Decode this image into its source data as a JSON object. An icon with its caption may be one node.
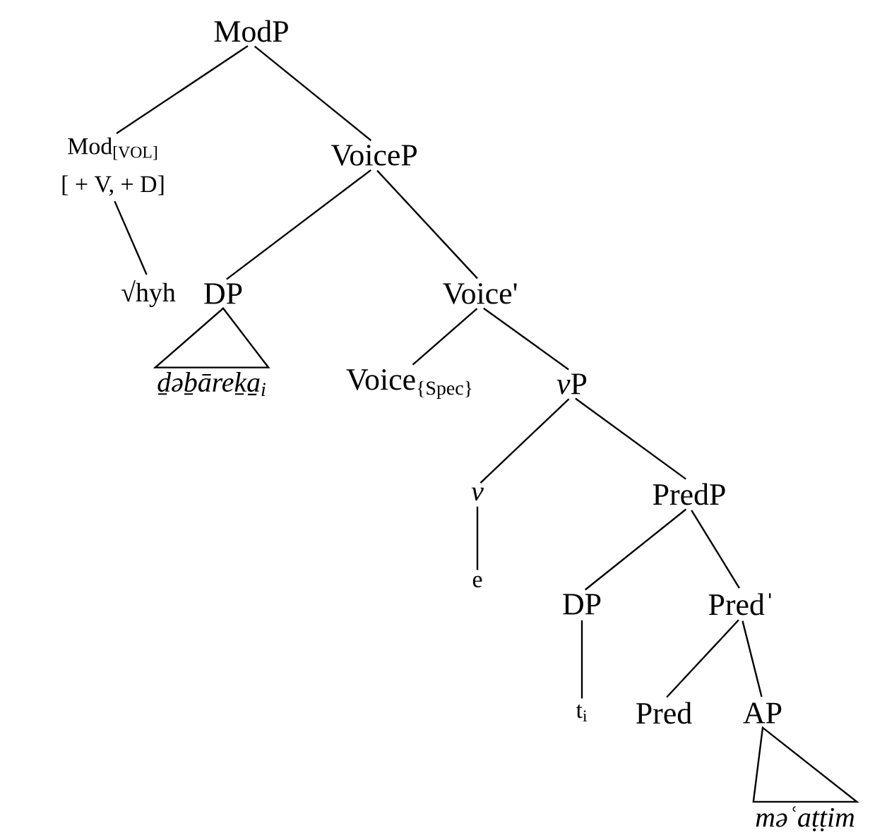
{
  "diagram": {
    "nodes": [
      {
        "text": [
          "ModP"
        ]
      },
      {
        "text": [
          "Mod$_{[VOL]}$",
          "[ + V,  + D]"
        ]
      },
      {
        "text": [
          "VoiceP"
        ]
      },
      {
        "text": [
          "√hyh"
        ]
      },
      {
        "text": [
          "DP"
        ]
      },
      {
        "text": [
          "ḏəḇāreḵa̱$_{i}$"
        ]
      },
      {
        "text": [
          "Voice'"
        ]
      },
      {
        "text": [
          "Voice",
          "{Spec}"
        ]
      },
      {
        "text": [
          "v",
          "P"
        ]
      },
      {
        "text": [
          "v"
        ]
      },
      {
        "text": [
          "PredP"
        ]
      },
      {
        "text": [
          "e"
        ]
      },
      {
        "text": [
          "DP"
        ]
      },
      {
        "text": [
          "Predˈ"
        ]
      },
      {
        "text": [
          "t$_{i}$"
        ]
      },
      {
        "text": [
          "Pred"
        ]
      },
      {
        "text": [
          "AP"
        ]
      },
      {
        "text": [
          "məʿaṭṭim"
        ]
      }
    ],
    "edges": [
      {
        "from": 0,
        "to": 1,
        "arrow": "none"
      },
      {
        "from": 0,
        "to": 2,
        "arrow": "none"
      },
      {
        "from": 1,
        "to": 3,
        "arrow": "none"
      },
      {
        "from": 2,
        "to": 4,
        "arrow": "none"
      },
      {
        "from": 2,
        "to": 6,
        "arrow": "none"
      },
      {
        "from": 4,
        "to": 5,
        "arrow": "none"
      },
      {
        "from": 6,
        "to": 7,
        "arrow": "none"
      },
      {
        "from": 6,
        "to": 8,
        "arrow": "none"
      },
      {
        "from": 8,
        "to": 9,
        "arrow": "none"
      },
      {
        "from": 8,
        "to": 10,
        "arrow": "none"
      },
      {
        "from": 9,
        "to": 11,
        "arrow": "none"
      },
      {
        "from": 10,
        "to": 12,
        "arrow": "none"
      },
      {
        "from": 10,
        "to": 13,
        "arrow": "none"
      },
      {
        "from": 12,
        "to": 14,
        "arrow": "none"
      },
      {
        "from": 13,
        "to": 15,
        "arrow": "none"
      },
      {
        "from": 13,
        "to": 16,
        "arrow": "none"
      },
      {
        "from": 16,
        "to": 17,
        "arrow": "none"
      }
    ]
  }
}
